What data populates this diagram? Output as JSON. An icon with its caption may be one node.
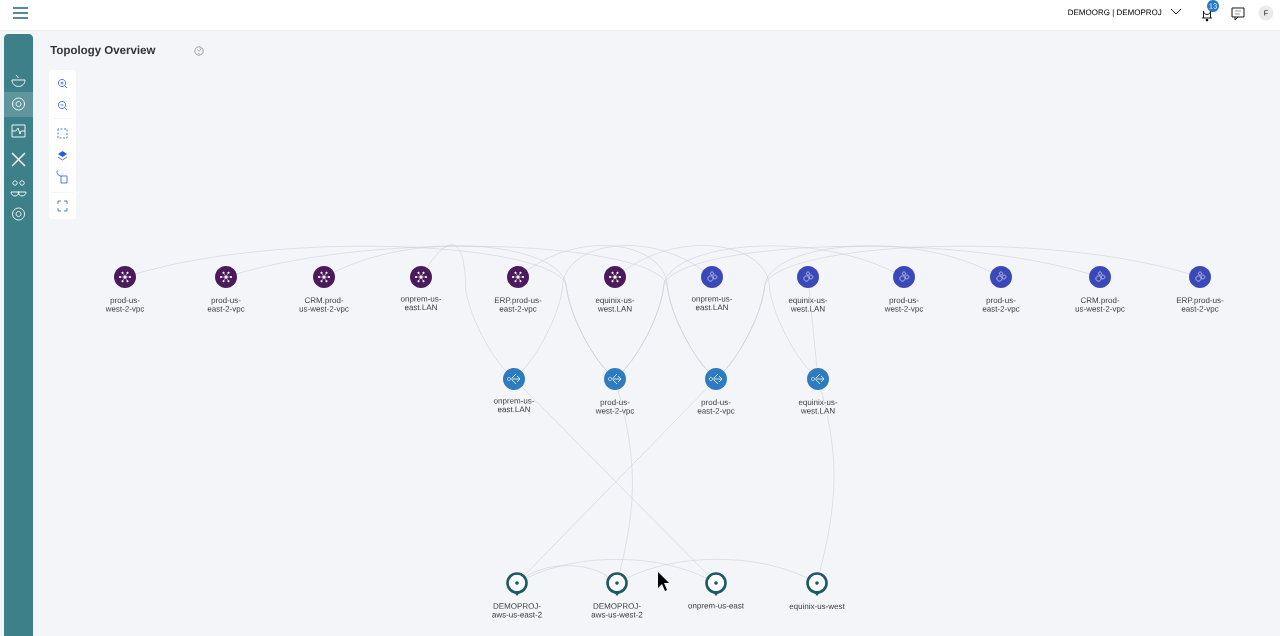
{
  "diagram": {
    "title": "Topology Overview",
    "nodes": [
      {
        "text": [
          "prod-us-west-2-vpc"
        ]
      },
      {
        "text": [
          "prod-us-east-2-vpc"
        ]
      },
      {
        "text": [
          "CRM.prod-us-west-2-vpc"
        ]
      },
      {
        "text": [
          "onprem-us-east.LAN"
        ]
      },
      {
        "text": [
          "ERP.prod-us-east-2-vpc"
        ]
      },
      {
        "text": [
          "equinix-us-west.LAN"
        ]
      },
      {
        "text": [
          "onprem-us-east.LAN"
        ]
      },
      {
        "text": [
          "equinix-us-west.LAN"
        ]
      },
      {
        "text": [
          "prod-us-west-2-vpc"
        ]
      },
      {
        "text": [
          "prod-us-east-2-vpc"
        ]
      },
      {
        "text": [
          "CRM.prod-us-west-2-vpc"
        ]
      },
      {
        "text": [
          "ERP.prod-us-east-2-vpc"
        ]
      },
      {
        "text": [
          "onprem-us-east.LAN"
        ]
      },
      {
        "text": [
          "prod-us-west-2-vpc"
        ]
      },
      {
        "text": [
          "prod-us-east-2-vpc"
        ]
      },
      {
        "text": [
          "equinix-us-west.LAN"
        ]
      },
      {
        "text": [
          "DEMOPROJ-aws-us-east-2"
        ]
      },
      {
        "text": [
          "DEMOPROJ-aws-us-west-2"
        ]
      },
      {
        "text": [
          "onprem-us-east"
        ]
      },
      {
        "text": [
          "equinix-us-west"
        ]
      }
    ],
    "edges": [
      {
        "from": 3,
        "to": 12,
        "arrow": "none"
      },
      {
        "from": 6,
        "to": 12,
        "arrow": "none"
      },
      {
        "from": 0,
        "to": 13,
        "arrow": "none"
      },
      {
        "from": 2,
        "to": 13,
        "arrow": "none"
      },
      {
        "from": 8,
        "to": 13,
        "arrow": "none"
      },
      {
        "from": 10,
        "to": 13,
        "arrow": "none"
      },
      {
        "from": 1,
        "to": 14,
        "arrow": "none"
      },
      {
        "from": 4,
        "to": 14,
        "arrow": "none"
      },
      {
        "from": 9,
        "to": 14,
        "arrow": "none"
      },
      {
        "from": 11,
        "to": 14,
        "arrow": "none"
      },
      {
        "from": 5,
        "to": 15,
        "arrow": "none"
      },
      {
        "from": 7,
        "to": 15,
        "arrow": "none"
      },
      {
        "from": 12,
        "to": 18,
        "arrow": "none"
      },
      {
        "from": 13,
        "to": 17,
        "arrow": "none"
      },
      {
        "from": 14,
        "to": 16,
        "arrow": "none"
      },
      {
        "from": 15,
        "to": 19,
        "arrow": "none"
      },
      {
        "from": 16,
        "to": 17,
        "arrow": "none"
      },
      {
        "from": 16,
        "to": 18,
        "arrow": "none"
      },
      {
        "from": 17,
        "to": 19,
        "arrow": "none"
      }
    ],
    "labels": [
      "DEMOORG | DEMOPROJ",
      "13",
      "F"
    ]
  }
}
